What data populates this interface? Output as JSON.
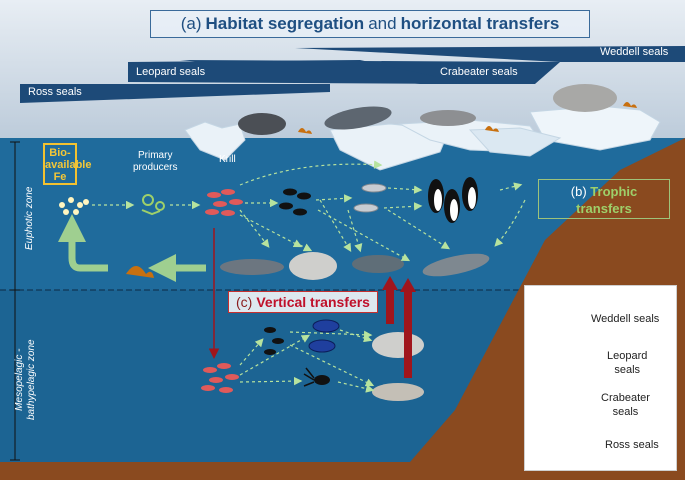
{
  "title": {
    "prefix": "(a)",
    "part1": "Habitat segregation",
    "connector": "and",
    "part2": "horizontal transfers"
  },
  "bands": {
    "weddell": "Weddell seals",
    "crabeater": "Crabeater seals",
    "leopard": "Leopard seals",
    "ross": "Ross seals"
  },
  "labels": {
    "fe_line1": "Bio-",
    "fe_line2": "available",
    "fe_line3": "Fe",
    "primary_line1": "Primary",
    "primary_line2": "producers",
    "krill": "Krill",
    "trophic_prefix": "(b)",
    "trophic_word1": "Trophic",
    "trophic_word2": "transfers",
    "vertical_prefix": "(c)",
    "vertical_text": "Vertical transfers"
  },
  "zones": {
    "euphotic": "Euphotic zone",
    "meso_line1": "Mesopelagic -",
    "meso_line2": "bathypelagic zone"
  },
  "legend": {
    "weddell": "Weddell seals",
    "leopard_line1": "Leopard",
    "leopard_line2": "seals",
    "crabeater_line1": "Crabeater",
    "crabeater_line2": "seals",
    "ross": "Ross seals"
  },
  "colors": {
    "sky": "#cfdbe6",
    "ocean": "#1f6b9c",
    "seabed": "#8a4a1f",
    "band": "#1d4a78",
    "arrow_green": "#a9d69a",
    "arrow_red": "#a0151c",
    "fe_yellow": "#f2c230"
  }
}
